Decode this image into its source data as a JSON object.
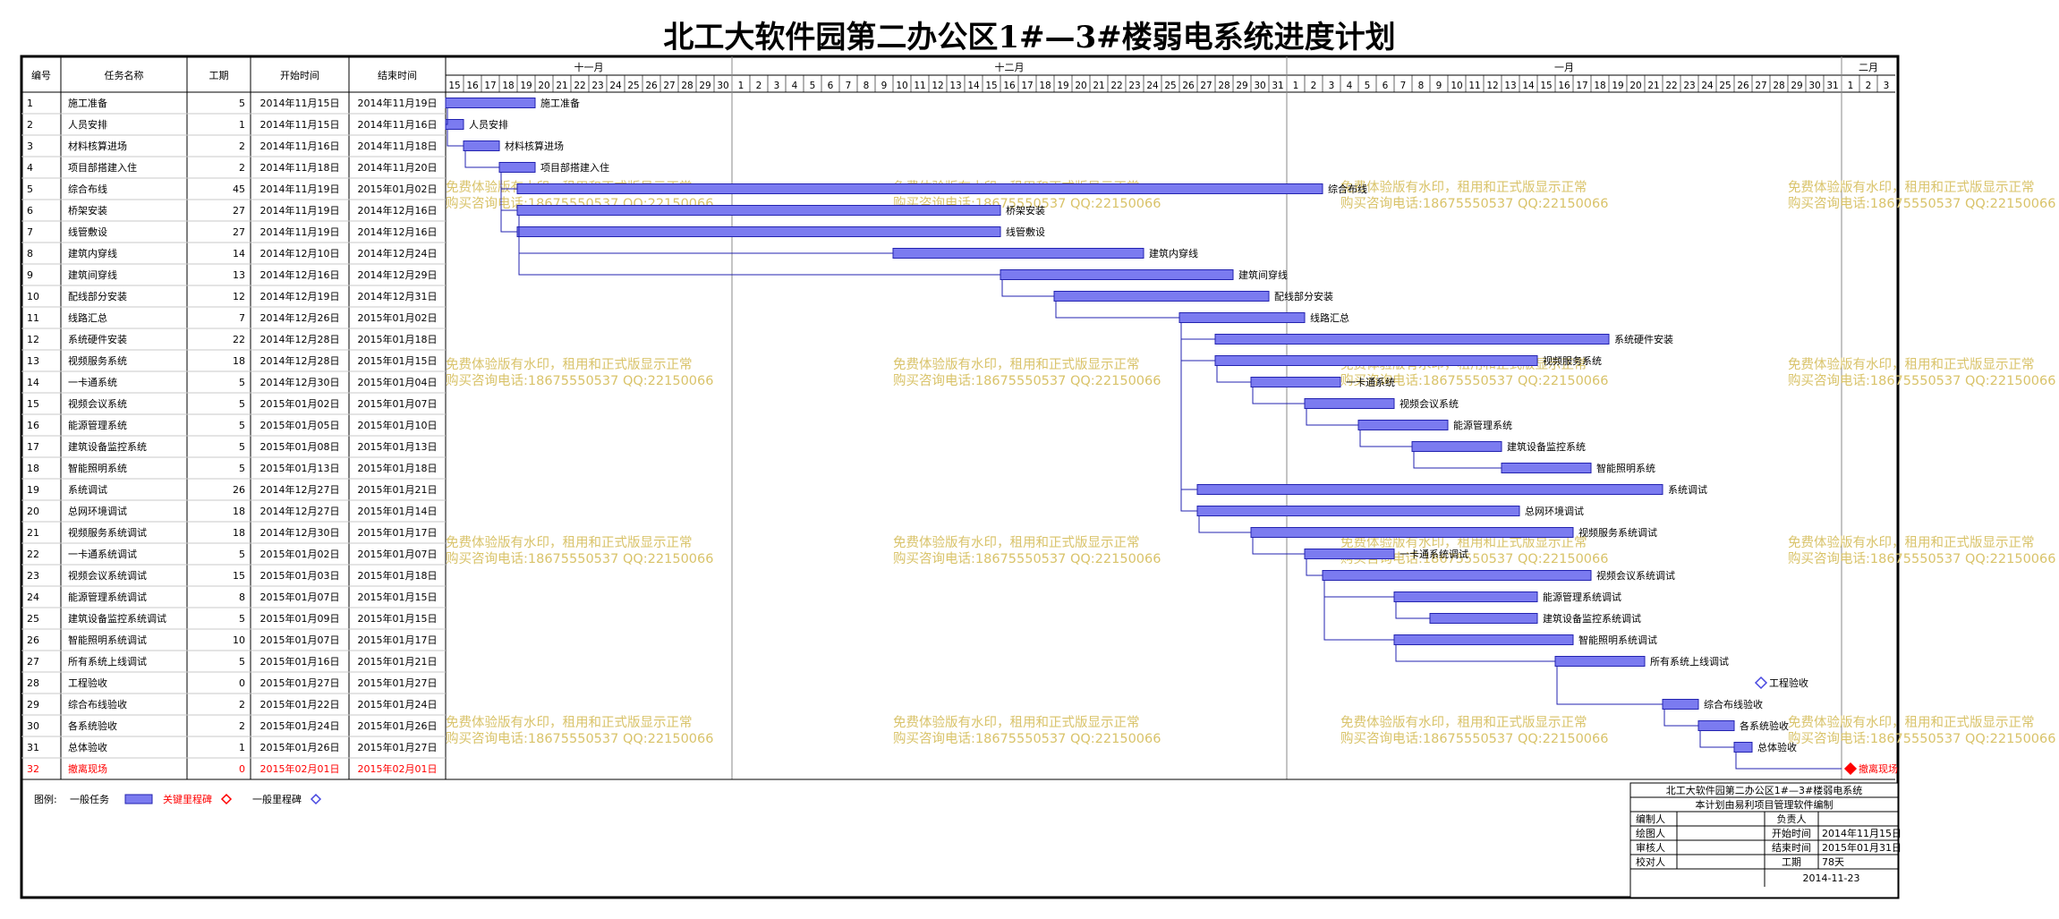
{
  "title": "北工大软件园第二办公区1#—3#楼弱电系统进度计划",
  "columns": [
    "编号",
    "任务名称",
    "工期",
    "开始时间",
    "结束时间"
  ],
  "months": [
    {
      "label": "十一月",
      "days": [
        15,
        16,
        17,
        18,
        19,
        20,
        21,
        22,
        23,
        24,
        25,
        26,
        27,
        28,
        29,
        30
      ]
    },
    {
      "label": "十二月",
      "days": [
        1,
        2,
        3,
        4,
        5,
        6,
        7,
        8,
        9,
        10,
        11,
        12,
        13,
        14,
        15,
        16,
        17,
        18,
        19,
        20,
        21,
        22,
        23,
        24,
        25,
        26,
        27,
        28,
        29,
        30,
        31
      ]
    },
    {
      "label": "一月",
      "days": [
        1,
        2,
        3,
        4,
        5,
        6,
        7,
        8,
        9,
        10,
        11,
        12,
        13,
        14,
        15,
        16,
        17,
        18,
        19,
        20,
        21,
        22,
        23,
        24,
        25,
        26,
        27,
        28,
        29,
        30,
        31
      ]
    },
    {
      "label": "二月",
      "days": [
        1,
        2,
        3
      ]
    }
  ],
  "chart_data": {
    "type": "gantt",
    "tasks": [
      {
        "id": "1",
        "name": "施工准备",
        "duration": "5",
        "start": "2014年11月15日",
        "end": "2014年11月19日",
        "s": 0,
        "e": 4
      },
      {
        "id": "2",
        "name": "人员安排",
        "duration": "1",
        "start": "2014年11月15日",
        "end": "2014年11月16日",
        "s": 0,
        "e": 0
      },
      {
        "id": "3",
        "name": "材料核算进场",
        "duration": "2",
        "start": "2014年11月16日",
        "end": "2014年11月18日",
        "s": 1,
        "e": 2
      },
      {
        "id": "4",
        "name": "项目部搭建入住",
        "duration": "2",
        "start": "2014年11月18日",
        "end": "2014年11月20日",
        "s": 3,
        "e": 4
      },
      {
        "id": "5",
        "name": "综合布线",
        "duration": "45",
        "start": "2014年11月19日",
        "end": "2015年01月02日",
        "s": 4,
        "e": 48
      },
      {
        "id": "6",
        "name": "桥架安装",
        "duration": "27",
        "start": "2014年11月19日",
        "end": "2014年12月16日",
        "s": 4,
        "e": 30
      },
      {
        "id": "7",
        "name": "线管敷设",
        "duration": "27",
        "start": "2014年11月19日",
        "end": "2014年12月16日",
        "s": 4,
        "e": 30
      },
      {
        "id": "8",
        "name": "建筑内穿线",
        "duration": "14",
        "start": "2014年12月10日",
        "end": "2014年12月24日",
        "s": 25,
        "e": 38
      },
      {
        "id": "9",
        "name": "建筑间穿线",
        "duration": "13",
        "start": "2014年12月16日",
        "end": "2014年12月29日",
        "s": 31,
        "e": 43
      },
      {
        "id": "10",
        "name": "配线部分安装",
        "duration": "12",
        "start": "2014年12月19日",
        "end": "2014年12月31日",
        "s": 34,
        "e": 45
      },
      {
        "id": "11",
        "name": "线路汇总",
        "duration": "7",
        "start": "2014年12月26日",
        "end": "2015年01月02日",
        "s": 41,
        "e": 47
      },
      {
        "id": "12",
        "name": "系统硬件安装",
        "duration": "22",
        "start": "2014年12月28日",
        "end": "2015年01月18日",
        "s": 43,
        "e": 64
      },
      {
        "id": "13",
        "name": "视频服务系统",
        "duration": "18",
        "start": "2014年12月28日",
        "end": "2015年01月15日",
        "s": 43,
        "e": 60
      },
      {
        "id": "14",
        "name": "一卡通系统",
        "duration": "5",
        "start": "2014年12月30日",
        "end": "2015年01月04日",
        "s": 45,
        "e": 49
      },
      {
        "id": "15",
        "name": "视频会议系统",
        "duration": "5",
        "start": "2015年01月02日",
        "end": "2015年01月07日",
        "s": 48,
        "e": 52
      },
      {
        "id": "16",
        "name": "能源管理系统",
        "duration": "5",
        "start": "2015年01月05日",
        "end": "2015年01月10日",
        "s": 51,
        "e": 55
      },
      {
        "id": "17",
        "name": "建筑设备监控系统",
        "duration": "5",
        "start": "2015年01月08日",
        "end": "2015年01月13日",
        "s": 54,
        "e": 58
      },
      {
        "id": "18",
        "name": "智能照明系统",
        "duration": "5",
        "start": "2015年01月13日",
        "end": "2015年01月18日",
        "s": 59,
        "e": 63
      },
      {
        "id": "19",
        "name": "系统调试",
        "duration": "26",
        "start": "2014年12月27日",
        "end": "2015年01月21日",
        "s": 42,
        "e": 67
      },
      {
        "id": "20",
        "name": "总网环境调试",
        "duration": "18",
        "start": "2014年12月27日",
        "end": "2015年01月14日",
        "s": 42,
        "e": 59
      },
      {
        "id": "21",
        "name": "视频服务系统调试",
        "duration": "18",
        "start": "2014年12月30日",
        "end": "2015年01月17日",
        "s": 45,
        "e": 62
      },
      {
        "id": "22",
        "name": "一卡通系统调试",
        "duration": "5",
        "start": "2015年01月02日",
        "end": "2015年01月07日",
        "s": 48,
        "e": 52
      },
      {
        "id": "23",
        "name": "视频会议系统调试",
        "duration": "15",
        "start": "2015年01月03日",
        "end": "2015年01月18日",
        "s": 49,
        "e": 63
      },
      {
        "id": "24",
        "name": "能源管理系统调试",
        "duration": "8",
        "start": "2015年01月07日",
        "end": "2015年01月15日",
        "s": 53,
        "e": 60
      },
      {
        "id": "25",
        "name": "建筑设备监控系统调试",
        "duration": "5",
        "start": "2015年01月09日",
        "end": "2015年01月15日",
        "s": 55,
        "e": 60
      },
      {
        "id": "26",
        "name": "智能照明系统调试",
        "duration": "10",
        "start": "2015年01月07日",
        "end": "2015年01月17日",
        "s": 53,
        "e": 62
      },
      {
        "id": "27",
        "name": "所有系统上线调试",
        "duration": "5",
        "start": "2015年01月16日",
        "end": "2015年01月21日",
        "s": 62,
        "e": 66
      },
      {
        "id": "28",
        "name": "工程验收",
        "duration": "0",
        "start": "2015年01月27日",
        "end": "2015年01月27日",
        "s": 73,
        "e": 73,
        "milestone": "normal"
      },
      {
        "id": "29",
        "name": "综合布线验收",
        "duration": "2",
        "start": "2015年01月22日",
        "end": "2015年01月24日",
        "s": 68,
        "e": 69
      },
      {
        "id": "30",
        "name": "各系统验收",
        "duration": "2",
        "start": "2015年01月24日",
        "end": "2015年01月26日",
        "s": 70,
        "e": 71
      },
      {
        "id": "31",
        "name": "总体验收",
        "duration": "1",
        "start": "2015年01月26日",
        "end": "2015年01月27日",
        "s": 72,
        "e": 72
      },
      {
        "id": "32",
        "name": "撤离现场",
        "duration": "0",
        "start": "2015年02月01日",
        "end": "2015年02月01日",
        "s": 78,
        "e": 78,
        "milestone": "critical"
      }
    ]
  },
  "watermark": {
    "line1": "免费体验版有水印，租用和正式版显示正常",
    "line2": "购买咨询电话:18675550537 QQ:22150066"
  },
  "legend": {
    "prefix": "图例:",
    "normal_task": "一般任务",
    "critical_milestone": "关键里程碑",
    "normal_milestone": "一般里程碑"
  },
  "infobox": {
    "title": "北工大软件园第二办公区1#—3#楼弱电系统",
    "subtitle": "本计划由易利项目管理软件编制",
    "rows": [
      [
        "编制人",
        "",
        "负责人",
        ""
      ],
      [
        "绘图人",
        "",
        "开始时间",
        "2014年11月15日"
      ],
      [
        "审核人",
        "",
        "结束时间",
        "2015年01月31日"
      ],
      [
        "校对人",
        "",
        "工期",
        "78天"
      ]
    ],
    "date": "2014-11-23"
  },
  "colors": {
    "bar_fill": "#7b7bf0",
    "bar_stroke": "#2323b0",
    "critical": "#ff0000",
    "milestone": "#4747e0",
    "watermark": "#d9c36a",
    "grid": "#c8c8c8"
  }
}
